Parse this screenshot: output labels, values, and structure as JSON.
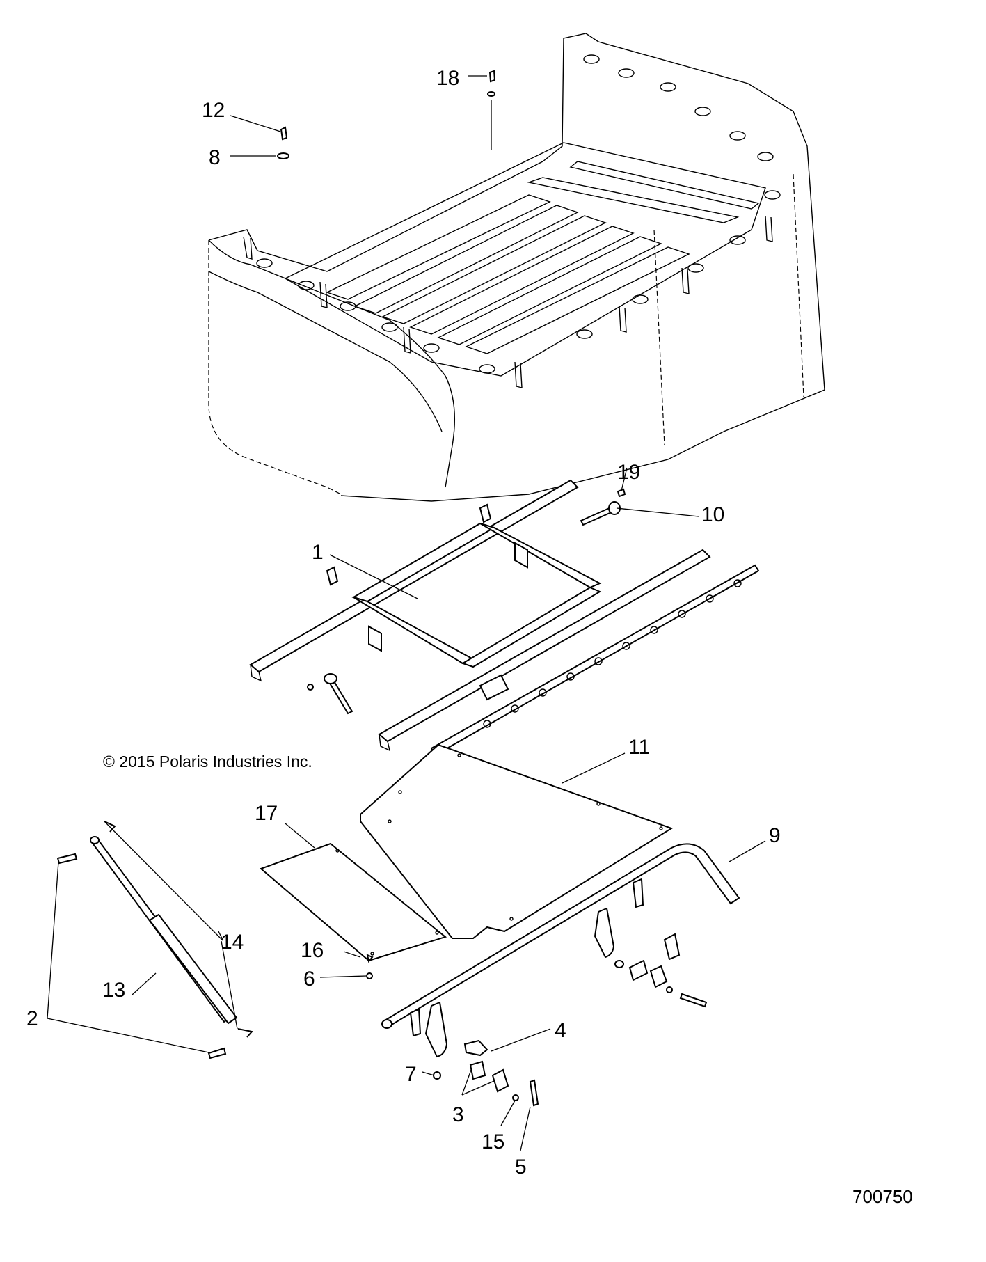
{
  "copyright": "© 2015 Polaris Industries Inc.",
  "diagram_number": "700750",
  "callouts": {
    "c1": "1",
    "c2": "2",
    "c3": "3",
    "c4": "4",
    "c5": "5",
    "c6": "6",
    "c7": "7",
    "c8": "8",
    "c9": "9",
    "c10": "10",
    "c11": "11",
    "c12": "12",
    "c13": "13",
    "c14": "14",
    "c15": "15",
    "c16": "16",
    "c17": "17",
    "c18": "18",
    "c19": "19"
  }
}
